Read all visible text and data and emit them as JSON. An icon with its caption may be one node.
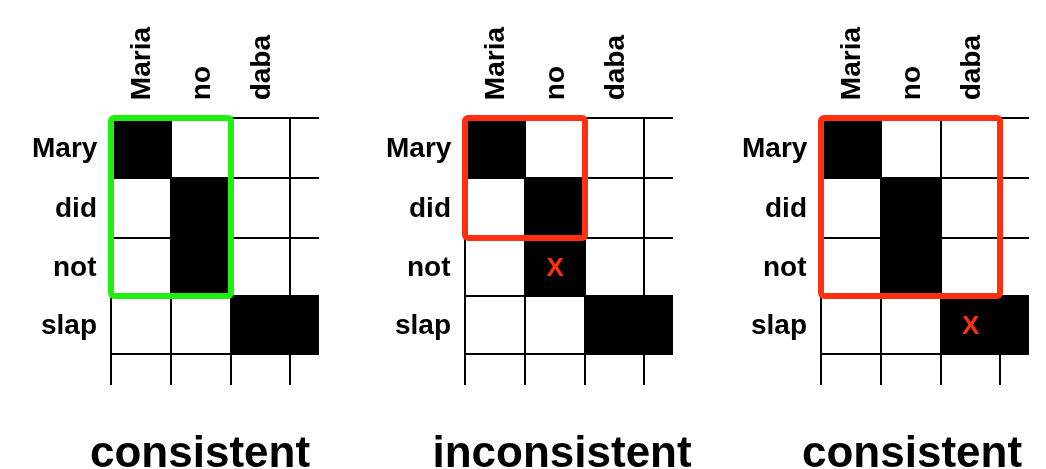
{
  "diagram": {
    "labels": [
      "Maria",
      "no",
      "daba",
      "Maria",
      "no",
      "daba",
      "Maria",
      "no",
      "daba",
      "Mary",
      "Mary",
      "Mary",
      "did",
      "did",
      "did",
      "not",
      "not",
      "X",
      "not",
      "slap",
      "slap",
      "slap",
      "X",
      "consistent",
      "inconsistent",
      "consistent"
    ]
  }
}
